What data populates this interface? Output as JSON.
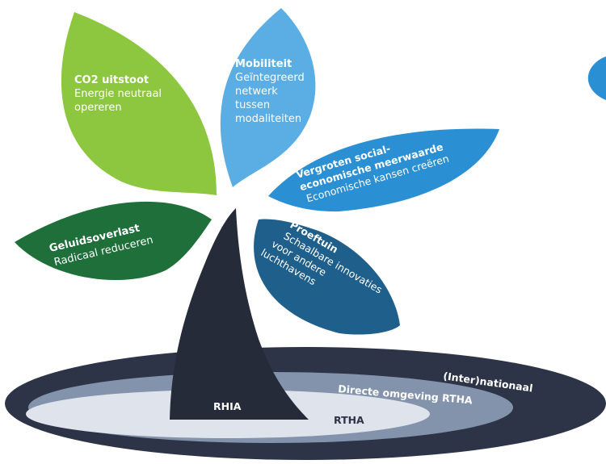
{
  "colors": {
    "leaf_co2": "#8dc63f",
    "leaf_mobiliteit": "#5aaee3",
    "leaf_sociaal": "#2b8fd4",
    "leaf_proeftuin": "#1f5f8b",
    "leaf_geluid": "#1e6f3a",
    "trunk": "#262b3a",
    "ring_outer": "#2d3447",
    "ring_middle": "#8393ab",
    "ring_inner": "#dfe4ec",
    "partial_circle": "#2b8fd4"
  },
  "leaves": {
    "co2": {
      "title": "CO2 uitstoot",
      "lines": [
        "Energie neutraal",
        "opereren"
      ]
    },
    "mobiliteit": {
      "title": "Mobiliteit",
      "lines": [
        "Geïntegreerd",
        "netwerk",
        "tussen",
        "modaliteiten"
      ]
    },
    "sociaal": {
      "title_lines": [
        "Vergroten social-",
        "economische meerwaarde"
      ],
      "lines": [
        "Economische kansen creëren"
      ]
    },
    "proeftuin": {
      "title": "Proeftuin",
      "lines": [
        "Schaalbare innovaties",
        "voor andere",
        "luchthavens"
      ]
    },
    "geluid": {
      "title": "Geluidsoverlast",
      "lines": [
        "Radicaal reduceren"
      ]
    }
  },
  "rings": {
    "outer": "(Inter)nationaal",
    "middle": "Directe omgeving RTHA",
    "inner": "RTHA"
  },
  "trunk_label": "RHIA"
}
